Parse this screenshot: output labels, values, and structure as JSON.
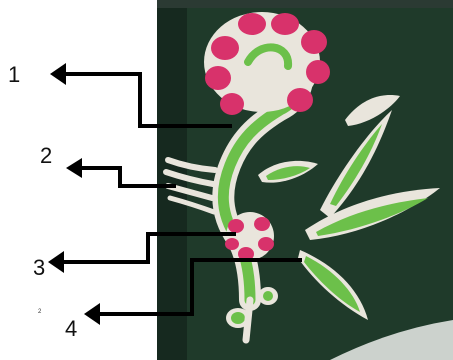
{
  "figure": {
    "callouts": [
      {
        "label": "1"
      },
      {
        "label": "2"
      },
      {
        "label": "3"
      },
      {
        "label": "4"
      }
    ],
    "stray_mark": "2"
  },
  "colors": {
    "fabric": "#1f3a2a",
    "fabric_shadow": "#16291f",
    "outline_cream": "#e9e5dc",
    "petal_pink": "#d8326b",
    "leaf_green": "#6cc04a",
    "arrow": "#000000"
  }
}
